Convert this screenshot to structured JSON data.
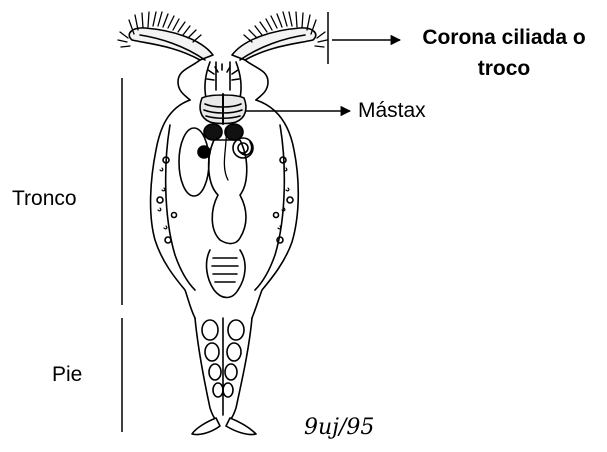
{
  "labels": {
    "corona_line1": "Corona ciliada o",
    "corona_line2": "troco",
    "mastax": "Mástax",
    "tronco": "Tronco",
    "pie": "Pie"
  },
  "signature": "9uj/95",
  "colors": {
    "ink": "#000000",
    "background": "#ffffff"
  }
}
